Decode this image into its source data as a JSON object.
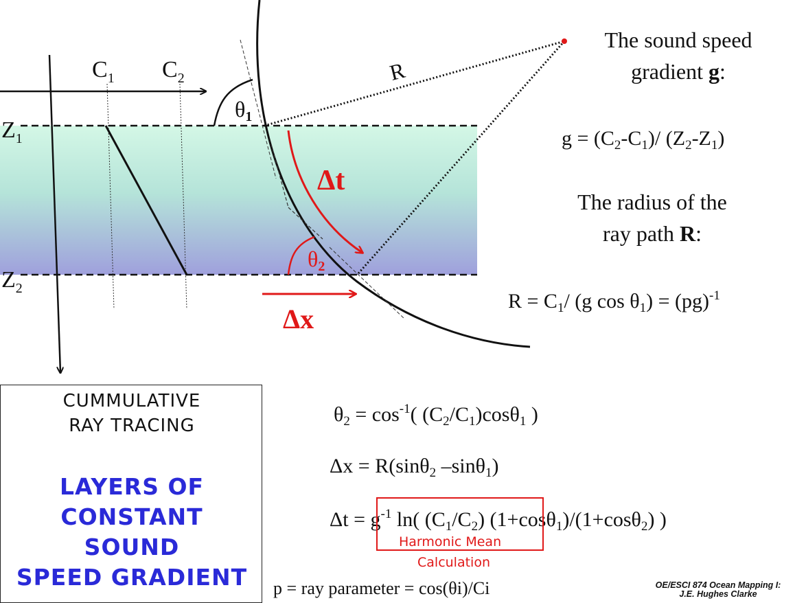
{
  "labels": {
    "c1": "C",
    "c1_sub": "1",
    "c2": "C",
    "c2_sub": "2",
    "z1": "Z",
    "z1_sub": "1",
    "z2": "Z",
    "z2_sub": "2",
    "theta1": "θ",
    "theta1_sub": "1",
    "theta2": "θ",
    "theta2_sub": "2",
    "r": "R",
    "dt": "Δt",
    "dx": "Δx"
  },
  "right_panel": {
    "gradient_title_line1": "The sound speed",
    "gradient_title_line2a": "gradient ",
    "gradient_title_bold": "g",
    "gradient_title_colon": ":",
    "radius_line1": "The radius of the",
    "radius_line2a": "ray path ",
    "radius_bold": "R",
    "radius_colon": ":"
  },
  "box": {
    "line1": "CUMMULATIVE",
    "line2": "RAY TRACING",
    "big1": "LAYERS OF",
    "big2": "CONSTANT",
    "big3": "SOUND",
    "big4": "SPEED GRADIENT"
  },
  "annotations": {
    "harmonic1": "Harmonic Mean",
    "harmonic2": "Calculation",
    "p_def": "p = ray parameter  = cos(θi)/Ci"
  },
  "credit": {
    "line1": "OE/ESCI 874 Ocean Mapping I:",
    "line2": "J.E. Hughes Clarke"
  },
  "colors": {
    "layer_top": "#cdf3e2",
    "layer_bottom": "#a2a4dc",
    "red": "#e01818",
    "blue_text": "#2a2ad8"
  }
}
